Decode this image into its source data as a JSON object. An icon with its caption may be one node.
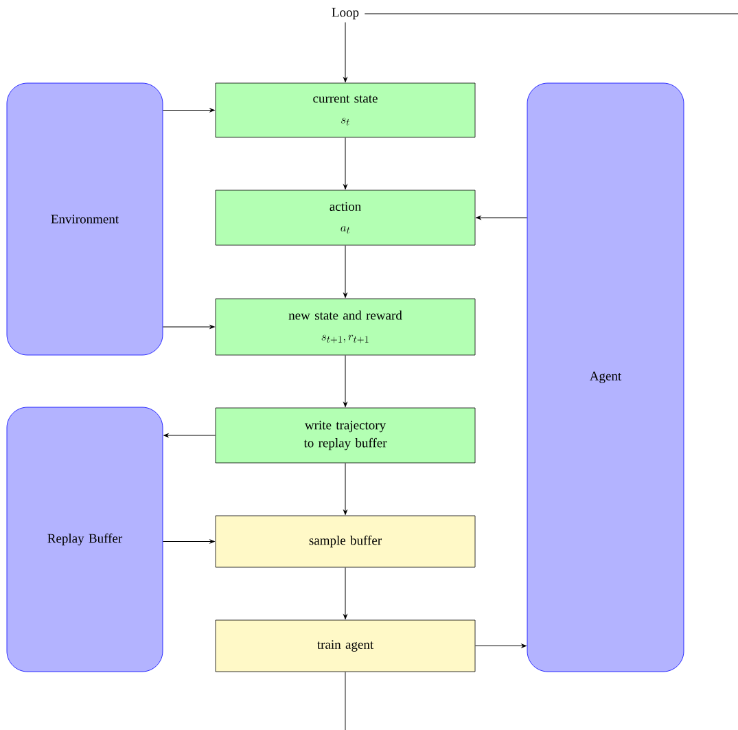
{
  "diagram": {
    "nodes": [
      {
        "text": [
          "Loop"
        ]
      },
      {
        "text": [
          "current state",
          "s_t"
        ]
      },
      {
        "text": [
          "action",
          "a_t"
        ]
      },
      {
        "text": [
          "new state and reward",
          "s_{t+1}, r_{t+1}"
        ]
      },
      {
        "text": [
          "write trajectory to replay buffer"
        ]
      },
      {
        "text": [
          "sample buffer"
        ]
      },
      {
        "text": [
          "train agent"
        ]
      },
      {
        "text": [
          "Environment"
        ]
      },
      {
        "text": [
          "Agent"
        ]
      },
      {
        "text": [
          "Replay Buffer"
        ]
      }
    ],
    "edges": [
      {
        "from": 0,
        "to": null,
        "arrow": "none"
      },
      {
        "from": 0,
        "to": 1,
        "arrow": "to"
      },
      {
        "from": 7,
        "to": 1,
        "arrow": "to"
      },
      {
        "from": 1,
        "to": 2,
        "arrow": "to"
      },
      {
        "from": 8,
        "to": 2,
        "arrow": "to"
      },
      {
        "from": 2,
        "to": 3,
        "arrow": "to"
      },
      {
        "from": 7,
        "to": 3,
        "arrow": "to"
      },
      {
        "from": 3,
        "to": 4,
        "arrow": "to"
      },
      {
        "from": 4,
        "to": 9,
        "arrow": "to"
      },
      {
        "from": 4,
        "to": 5,
        "arrow": "to"
      },
      {
        "from": 9,
        "to": 5,
        "arrow": "to"
      },
      {
        "from": 5,
        "to": 6,
        "arrow": "to"
      },
      {
        "from": 6,
        "to": 8,
        "arrow": "to"
      },
      {
        "from": 6,
        "to": null,
        "arrow": "none"
      }
    ]
  }
}
